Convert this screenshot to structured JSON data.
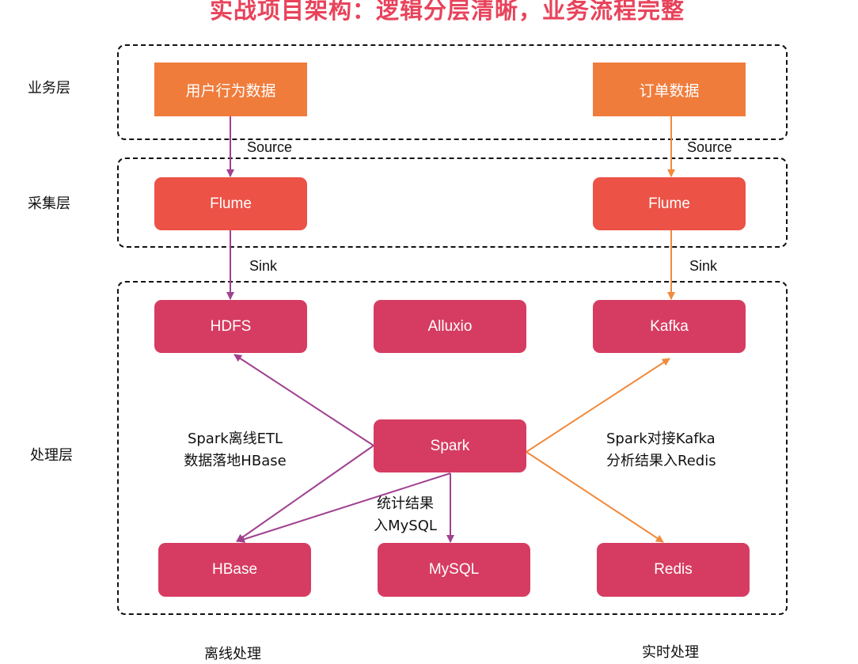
{
  "title": "实战项目架构：逻辑分层清晰，业务流程完整",
  "colors": {
    "title": "#e8435b",
    "business_node": "#f07c3c",
    "collect_node": "#ec5246",
    "process_node": "#d63c61",
    "offline_edge": "#a0418f",
    "realtime_edge": "#f08a3c"
  },
  "layers": [
    {
      "id": "business",
      "label": "业务层"
    },
    {
      "id": "collect",
      "label": "采集层"
    },
    {
      "id": "process",
      "label": "处理层"
    }
  ],
  "nodes": {
    "user_behavior": "用户行为数据",
    "order_data": "订单数据",
    "flume_left": "Flume",
    "flume_right": "Flume",
    "hdfs": "HDFS",
    "alluxio": "Alluxio",
    "kafka": "Kafka",
    "spark": "Spark",
    "hbase": "HBase",
    "mysql": "MySQL",
    "redis": "Redis"
  },
  "edge_labels": {
    "source_left": "Source",
    "source_right": "Source",
    "sink_left": "Sink",
    "sink_right": "Sink"
  },
  "annotations": {
    "offline_etl": [
      "Spark离线ETL",
      "数据落地HBase"
    ],
    "stats_mysql": [
      "统计结果",
      "入MySQL"
    ],
    "realtime": [
      "Spark对接Kafka",
      "分析结果入Redis"
    ]
  },
  "sections": {
    "offline": "离线处理",
    "realtime": "实时处理"
  },
  "edges": [
    {
      "from": "user_behavior",
      "to": "flume_left",
      "label": "Source",
      "stream": "offline"
    },
    {
      "from": "flume_left",
      "to": "hdfs",
      "label": "Sink",
      "stream": "offline"
    },
    {
      "from": "spark",
      "to": "hdfs",
      "stream": "offline"
    },
    {
      "from": "spark",
      "to": "hbase",
      "stream": "offline"
    },
    {
      "from": "spark",
      "to": "hbase",
      "stream": "offline"
    },
    {
      "from": "spark",
      "to": "mysql",
      "stream": "offline"
    },
    {
      "from": "order_data",
      "to": "flume_right",
      "label": "Source",
      "stream": "realtime"
    },
    {
      "from": "flume_right",
      "to": "kafka",
      "label": "Sink",
      "stream": "realtime"
    },
    {
      "from": "spark",
      "to": "kafka",
      "stream": "realtime"
    },
    {
      "from": "spark",
      "to": "redis",
      "stream": "realtime"
    }
  ]
}
